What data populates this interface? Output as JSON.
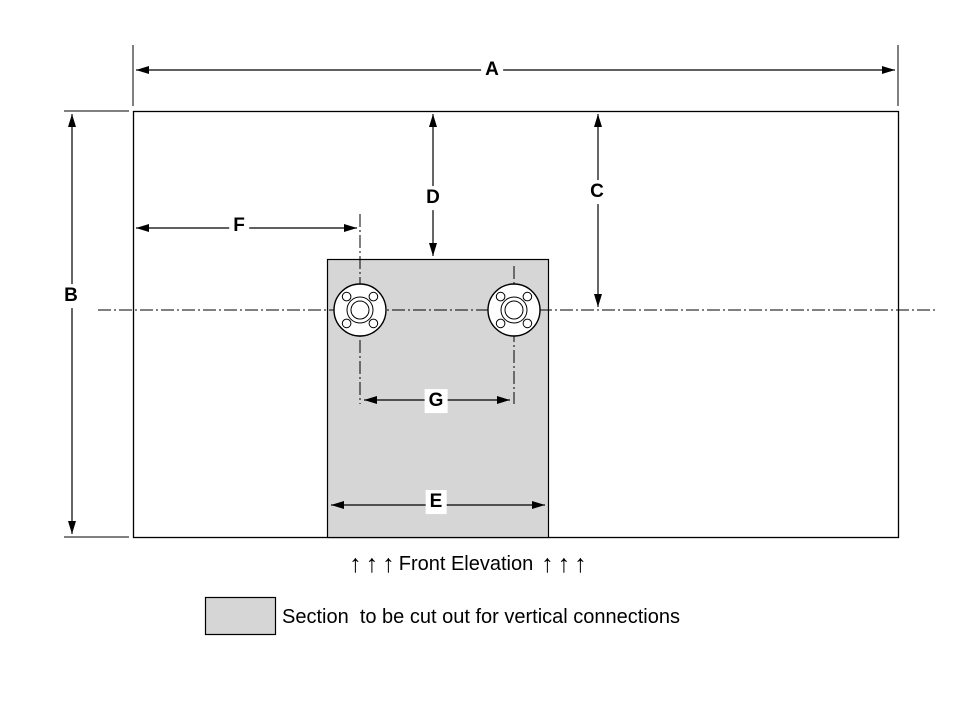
{
  "drawing": {
    "dimensions": {
      "a": "A",
      "b": "B",
      "c": "C",
      "d": "D",
      "e": "E",
      "f": "F",
      "g": "G"
    },
    "caption": {
      "arrows_left": "↑↑↑",
      "title": "Front Elevation",
      "arrows_right": "↑↑↑"
    },
    "legend": {
      "description": "Section  to be cut out for vertical connections"
    }
  },
  "colors": {
    "line": "#000000",
    "section_fill": "#d6d6d6",
    "label_background": "#ffffff"
  }
}
